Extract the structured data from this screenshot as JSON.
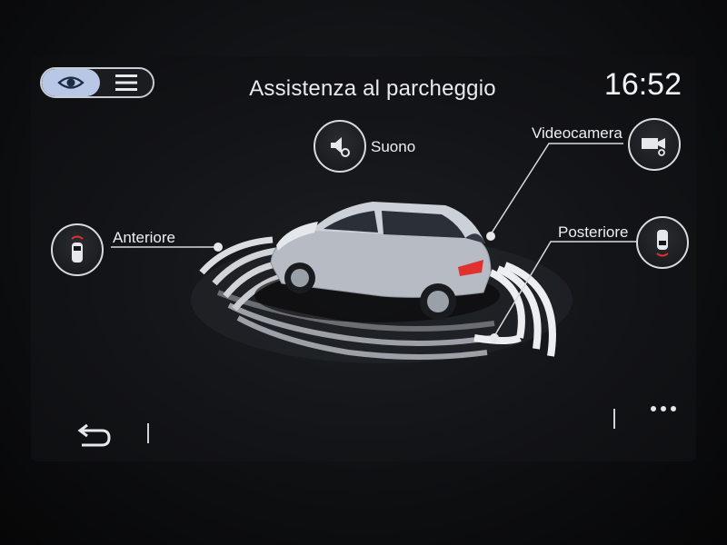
{
  "header": {
    "title": "Assistenza al parcheggio",
    "clock": "16:52"
  },
  "view_toggle": {
    "left_icon": "eye-icon",
    "right_icon": "list-icon",
    "selected": "eye-icon"
  },
  "options": {
    "sound_label": "Suono",
    "camera_label": "Videocamera",
    "front_label": "Anteriore",
    "rear_label": "Posteriore"
  },
  "footer": {
    "back_icon": "back-arrow-icon",
    "more_icon": "more-dots-icon"
  },
  "colors": {
    "toggle_active": "#b8c7e6",
    "sensor_arc": "#e6e8ec",
    "car_body": "#bfc4cb",
    "tail_light": "#e03030"
  }
}
